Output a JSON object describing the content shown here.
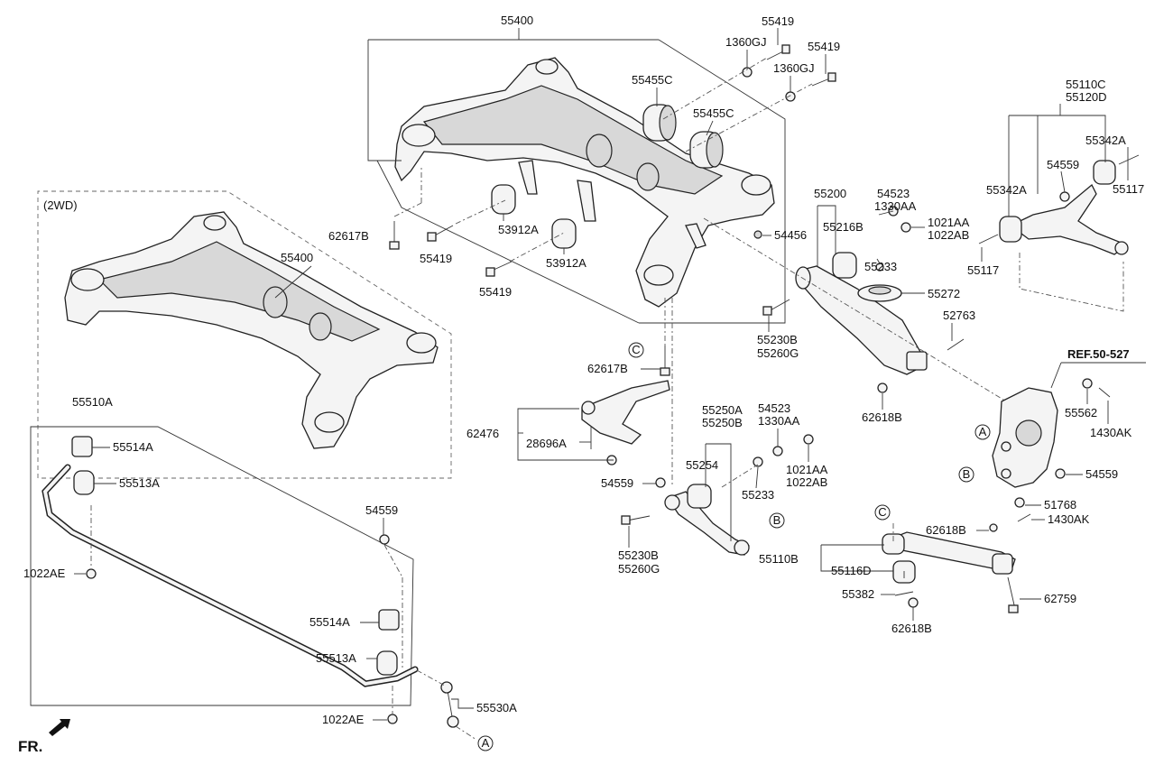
{
  "labels": {
    "l_55400_top": "55400",
    "l_55419_a": "55419",
    "l_1360gj_a": "1360GJ",
    "l_55419_b": "55419",
    "l_1360gj_b": "1360GJ",
    "l_55455c_a": "55455C",
    "l_55455c_b": "55455C",
    "l_62617b_a": "62617B",
    "l_55419_c": "55419",
    "l_53912a_a": "53912A",
    "l_53912a_b": "53912A",
    "l_55419_d": "55419",
    "l_54456": "54456",
    "l_2wd": "(2WD)",
    "l_55400_2wd": "55400",
    "l_62617b_b": "62617B",
    "l_62476": "62476",
    "l_28696a": "28696A",
    "l_54559_a": "54559",
    "l_55510a": "55510A",
    "l_55514a_a": "55514A",
    "l_55513a_a": "55513A",
    "l_1022ae_a": "1022AE",
    "l_54559_b": "54559",
    "l_55514a_b": "55514A",
    "l_55513a_b": "55513A",
    "l_1022ae_b": "1022AE",
    "l_55530a": "55530A",
    "l_55200": "55200",
    "l_54523_a": "54523",
    "l_1330aa_a": "1330AA",
    "l_55216b": "55216B",
    "l_1021aa_a": "1021AA",
    "l_1022ab_a": "1022AB",
    "l_55233_a": "55233",
    "l_55272": "55272",
    "l_55230b_a": "55230B",
    "l_55260g_a": "55260G",
    "l_52763": "52763",
    "l_62618b_a": "62618B",
    "l_55250a": "55250A",
    "l_55250b": "55250B",
    "l_54523_b": "54523",
    "l_1330aa_b": "1330AA",
    "l_55254": "55254",
    "l_1021aa_b": "1021AA",
    "l_1022ab_b": "1022AB",
    "l_55233_b": "55233",
    "l_55230b_b": "55230B",
    "l_55260g_b": "55260G",
    "l_55110c": "55110C",
    "l_55120d": "55120D",
    "l_55342a_a": "55342A",
    "l_54559_c": "54559",
    "l_55117_a": "55117",
    "l_55342a_b": "55342A",
    "l_55117_b": "55117",
    "l_ref": "REF.50-527",
    "l_55562": "55562",
    "l_1430ak_a": "1430AK",
    "l_54559_d": "54559",
    "l_51768": "51768",
    "l_62618b_b": "62618B",
    "l_1430ak_b": "1430AK",
    "l_55110b": "55110B",
    "l_55116d": "55116D",
    "l_55382": "55382",
    "l_62618b_c": "62618B",
    "l_62759": "62759",
    "l_fr": "FR."
  },
  "markers": {
    "m_c1": "C",
    "m_a1": "A",
    "m_b1": "B",
    "m_b2": "B",
    "m_c2": "C",
    "m_a2": "A"
  },
  "icons": [
    "subframe",
    "bolt",
    "nut",
    "washer",
    "bushing",
    "lower-arm",
    "upper-arm",
    "knuckle",
    "stabilizer-bar",
    "link",
    "trailing-arm",
    "spring-pad",
    "front-arrow"
  ]
}
